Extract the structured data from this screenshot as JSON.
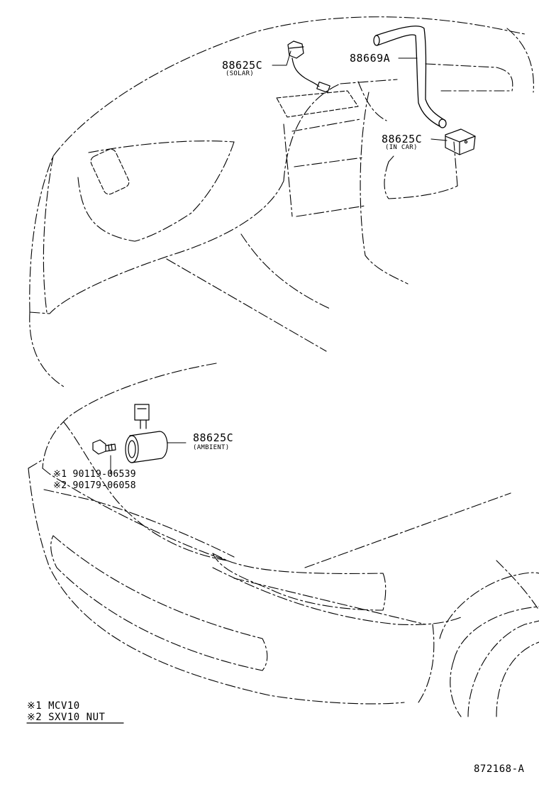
{
  "parts": {
    "solar": {
      "number": "88625C",
      "desc": "(SOLAR)"
    },
    "aspirator_hose": {
      "number": "88669A"
    },
    "in_car": {
      "number": "88625C",
      "desc": "(IN CAR)"
    },
    "ambient": {
      "number": "88625C",
      "desc": "(AMBIENT)"
    }
  },
  "fasteners": [
    {
      "text": "※1 90119-06539"
    },
    {
      "text": "※2 90179-06058"
    }
  ],
  "notes": [
    {
      "text": "※1 MCV10"
    },
    {
      "text": "※2 SXV10 NUT"
    }
  ],
  "figure_id": "872168-A"
}
